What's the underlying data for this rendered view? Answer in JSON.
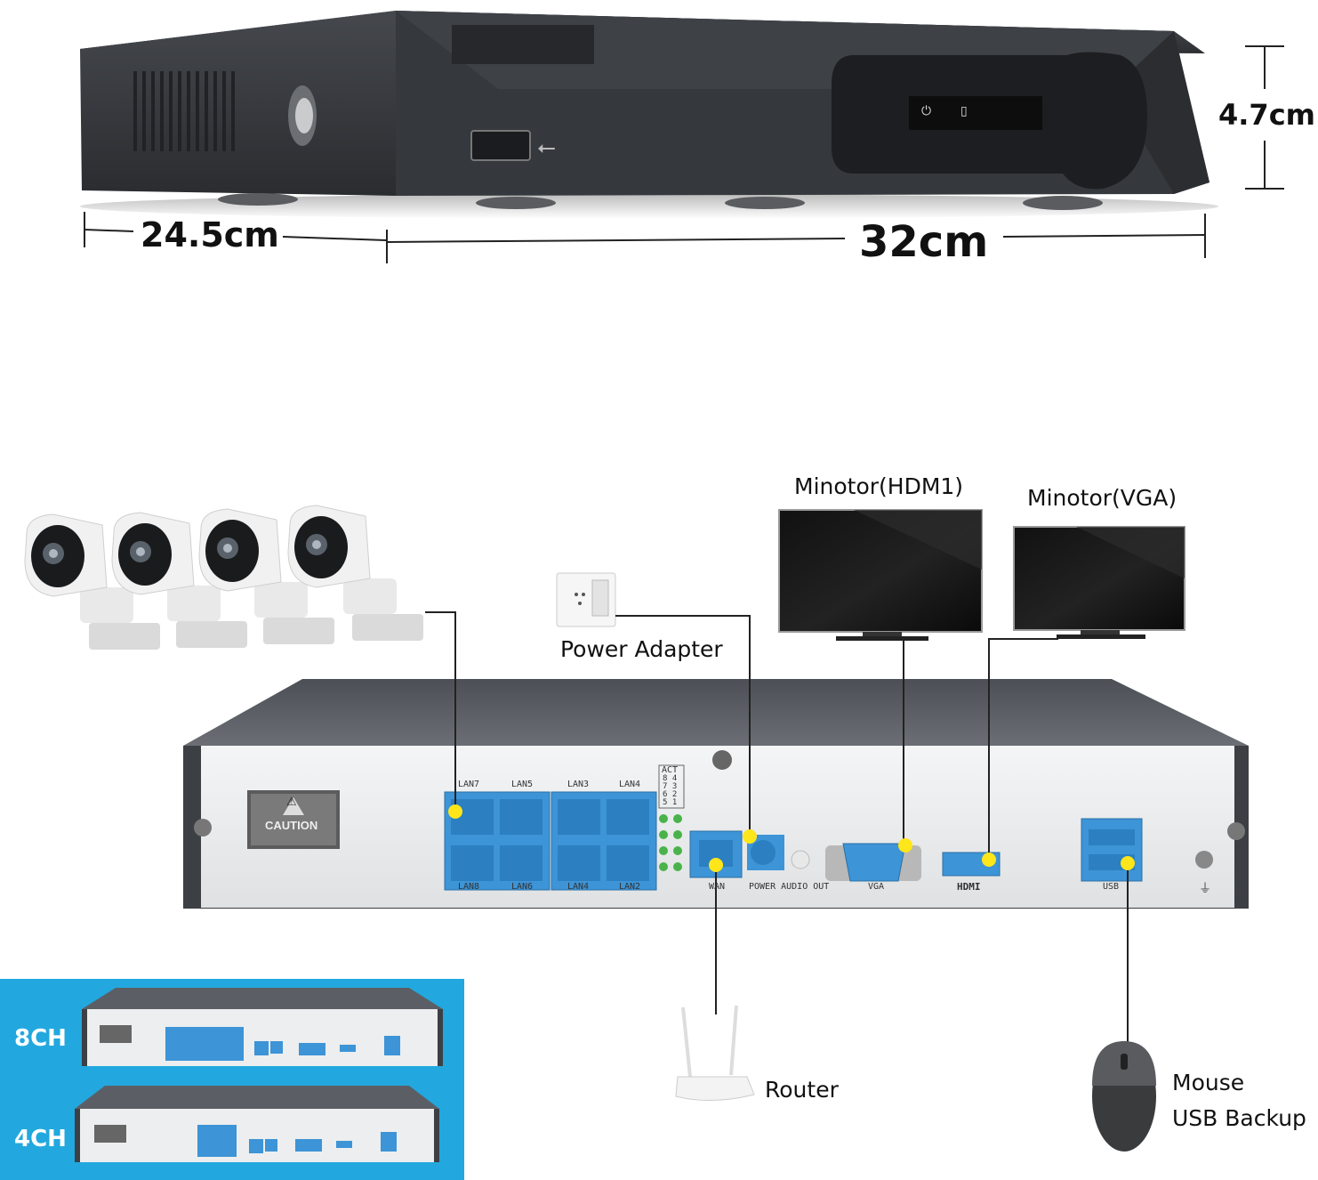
{
  "dimensions": {
    "depth": "24.5cm",
    "width": "32cm",
    "height": "4.7cm"
  },
  "labels": {
    "monitor_hdmi": "Minotor(HDM1)",
    "monitor_vga": "Minotor(VGA)",
    "power_adapter": "Power Adapter",
    "router": "Router",
    "mouse_line1": "Mouse",
    "mouse_line2": "USB Backup"
  },
  "rear_panel": {
    "caution": "CAUTION",
    "lan_top": [
      "LAN7",
      "LAN5",
      "LAN3",
      "LAN4"
    ],
    "lan_bottom": [
      "LAN8",
      "LAN6",
      "LAN4",
      "LAN2"
    ],
    "act_header": "ACT",
    "act_rows": [
      "8 4",
      "7 3",
      "6 2",
      "5 1"
    ],
    "wan": "WAN",
    "power_audio": "POWER  AUDIO  OUT",
    "vga": "VGA",
    "hdmi": "HDMI",
    "usb": "USB"
  },
  "variants": {
    "ch8": "8CH",
    "ch4": "4CH"
  },
  "colors": {
    "port_blue": "#3d94d6",
    "dot_yellow": "#ffe61a",
    "banner": "#22a8df",
    "device_dark": "#3a3d42"
  },
  "icons": [
    "usb-icon",
    "power-icon",
    "hdd-icon",
    "ground-icon",
    "warning-icon"
  ]
}
